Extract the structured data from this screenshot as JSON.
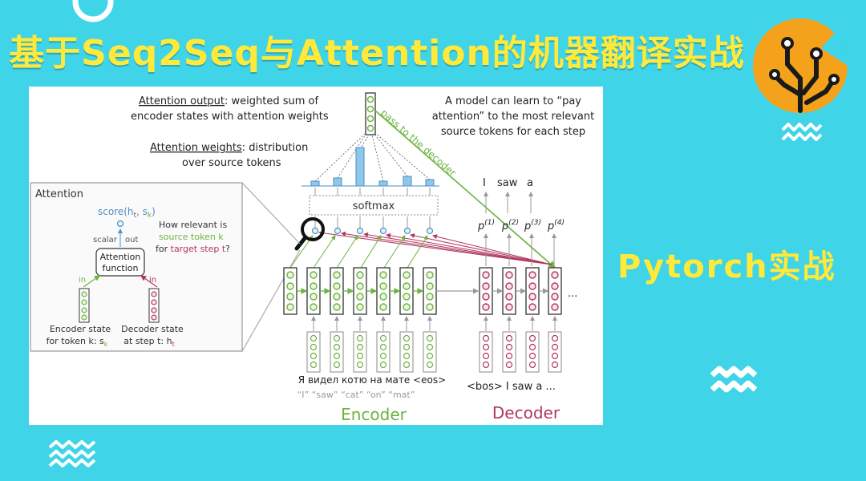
{
  "header": {
    "title": "基于Seq2Seq与Attention的机器翻译实战",
    "subtitle": "Pytorch实战"
  },
  "colors": {
    "background": "#3fd4e8",
    "title": "#ffe93a",
    "encoder": "#6db33f",
    "decoder": "#b2365f",
    "attention_bar": "#8ec7ea"
  },
  "diagram": {
    "attention_output_label": "Attention output",
    "attention_output_desc": ": weighted sum of",
    "attention_output_desc2": "encoder states with attention weights",
    "attention_weights_label": "Attention weights",
    "attention_weights_desc": ": distribution",
    "attention_weights_desc2": "over source tokens",
    "model_note": [
      "A model can learn to “pay",
      "attention” to the most relevant",
      "source tokens for each step"
    ],
    "pass_to_decoder": "pass to the decoder",
    "softmax": "softmax",
    "decoder_outputs": [
      "I",
      "saw",
      "a"
    ],
    "probabilities": [
      "p(1)",
      "p(2)",
      "p(3)",
      "p(4)"
    ],
    "prob_base": "p",
    "prob_sups": [
      "(1)",
      "(2)",
      "(3)",
      "(4)"
    ],
    "ellipsis": "...",
    "source_sentence": "Я видел котю на мате <eos>",
    "source_gloss": "“I” “saw” “cat” “on” “mat”",
    "decoder_inputs": "<bos> I  saw  a  ...",
    "encoder_label": "Encoder",
    "decoder_label": "Decoder",
    "inset": {
      "title": "Attention",
      "score": "score(h",
      "score_t": "t",
      "score_sep": ", s",
      "score_k": "k",
      "score_end": ")",
      "scalar": "scalar",
      "out": "out",
      "how_relevant": "How relevant is",
      "source_token_k": "source token k",
      "for_target": "for",
      "target_step": "target step t",
      "question": "?",
      "function_line1": "Attention",
      "function_line2": "function",
      "in_left": "in",
      "in_right": "in",
      "enc_state1": "Encoder state",
      "enc_state2": "for token k: s",
      "enc_state_sub": "k",
      "dec_state1": "Decoder state",
      "dec_state2": "at step t: h",
      "dec_state_sub": "t"
    }
  }
}
